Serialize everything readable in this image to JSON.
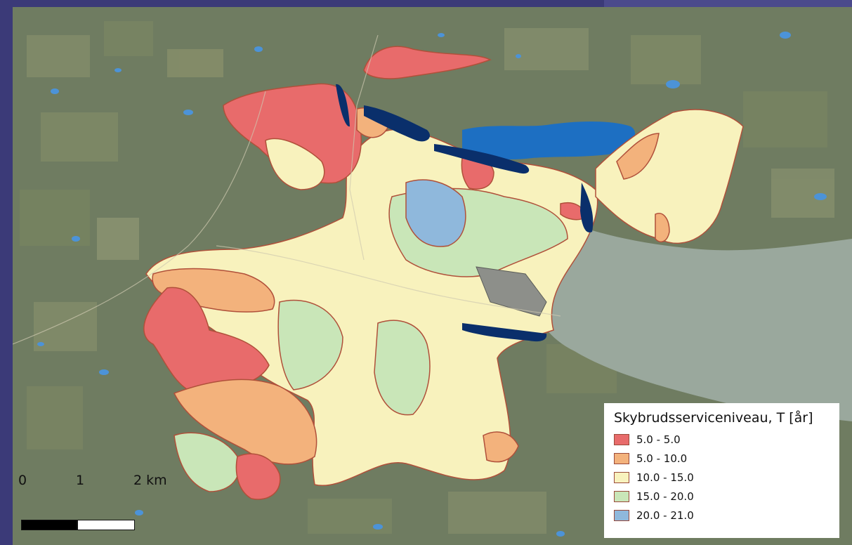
{
  "legend": {
    "title": "Skybrudsserviceniveau, T [år]",
    "items": [
      {
        "label": "5.0 - 5.0",
        "color": "#e86b6b"
      },
      {
        "label": "5.0 - 10.0",
        "color": "#f3b27c"
      },
      {
        "label": "10.0 - 15.0",
        "color": "#f8f2bd"
      },
      {
        "label": "15.0 - 20.0",
        "color": "#c9e6b8"
      },
      {
        "label": "20.0 - 21.0",
        "color": "#8fb8dc"
      }
    ]
  },
  "scale_bar": {
    "labels": [
      "0",
      "1",
      "2 km"
    ]
  },
  "colors": {
    "boundary": "#b0503a",
    "flood_water": "#0a2f6b",
    "lake": "#1d6fc2",
    "sea": "#9aa89d"
  }
}
